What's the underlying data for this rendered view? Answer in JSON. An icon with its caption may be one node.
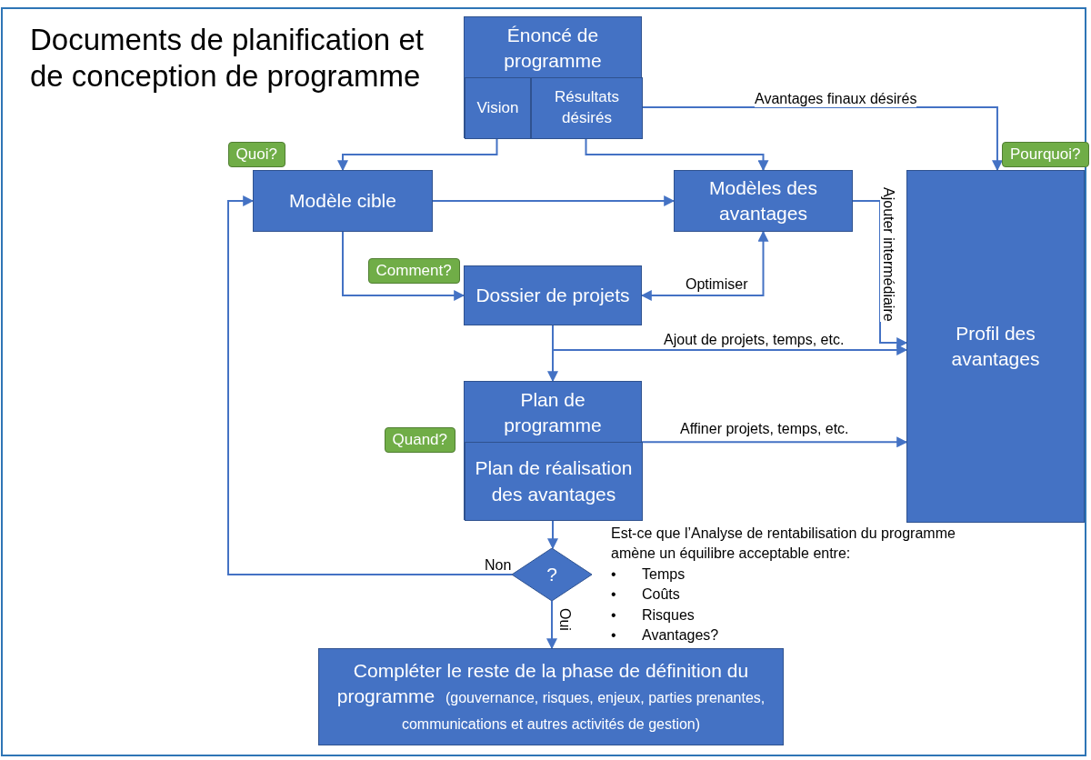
{
  "diagram": {
    "title": "Documents de planification et de conception de programme",
    "nodes": [
      {
        "text": [
          "Énoncé de programme"
        ]
      },
      {
        "text": [
          "Vision"
        ],
        "in": 0
      },
      {
        "text": [
          "Résultats désirés"
        ],
        "in": 0
      },
      {
        "text": [
          "Modèle cible"
        ]
      },
      {
        "text": [
          "Modèles des avantages"
        ]
      },
      {
        "text": [
          "Dossier de projets"
        ]
      },
      {
        "text": [
          "Plan de programme"
        ]
      },
      {
        "text": [
          "Plan de réalisation des avantages"
        ],
        "in": 6
      },
      {
        "text": [
          "Profil des avantages"
        ]
      },
      {
        "text": [
          "?"
        ]
      },
      {
        "text": [
          "Compléter le reste de la phase de définition du programme",
          "(gouvernance, risques, enjeux, parties prenantes, communications et autres activités de gestion)"
        ]
      },
      {
        "text": [
          "Quoi?"
        ]
      },
      {
        "text": [
          "Pourquoi?"
        ]
      },
      {
        "text": [
          "Comment?"
        ]
      },
      {
        "text": [
          "Quand?"
        ]
      }
    ],
    "edges": [
      {
        "from": 1,
        "to": 3,
        "arrow": "to"
      },
      {
        "from": 2,
        "to": 4,
        "arrow": "to"
      },
      {
        "from": 2,
        "to": 8,
        "arrow": "to",
        "label": "Avantages finaux désirés"
      },
      {
        "from": 3,
        "to": 4,
        "arrow": "to"
      },
      {
        "from": 3,
        "to": 5,
        "arrow": "to"
      },
      {
        "from": 4,
        "to": 5,
        "arrow": "both",
        "label": "Optimiser"
      },
      {
        "from": 4,
        "to": 8,
        "arrow": "to",
        "label": "Ajouter intermédiaire"
      },
      {
        "from": 5,
        "to": 6,
        "arrow": "to"
      },
      {
        "from": 5,
        "to": 8,
        "arrow": "to",
        "label": "Ajout de projets, temps, etc."
      },
      {
        "from": 6,
        "to": 8,
        "arrow": "to",
        "label": "Affiner projets, temps, etc."
      },
      {
        "from": 7,
        "to": 9,
        "arrow": "to"
      },
      {
        "from": 9,
        "to": 3,
        "arrow": "to",
        "label": "Non"
      },
      {
        "from": 9,
        "to": 10,
        "arrow": "to",
        "label": "Oui"
      }
    ],
    "labels": [
      "Est-ce que l’Analyse de rentabilisation du programme amène un équilibre acceptable entre:",
      "•",
      "Temps",
      "•",
      "Coûts",
      "•",
      "Risques",
      "•",
      "Avantages?"
    ]
  }
}
